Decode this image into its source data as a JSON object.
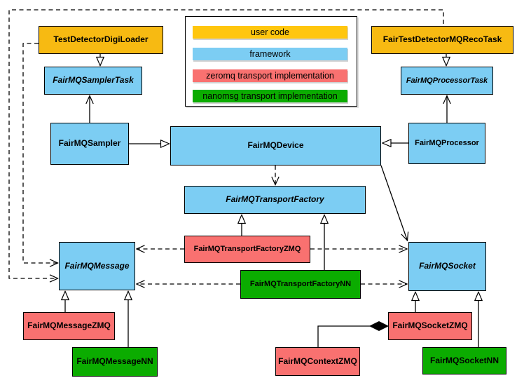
{
  "palette": {
    "user_code": "#F7BA12",
    "framework": "#7CCDF3",
    "zeromq": "#F97170",
    "nanomsg": "#0BAC00",
    "line": "#000000",
    "background": "#FFFFFF"
  },
  "legend": {
    "items": [
      {
        "label": "user code",
        "color": "#FFC60E",
        "category": "user_code"
      },
      {
        "label": "framework",
        "color": "#7CCDF3",
        "category": "framework"
      },
      {
        "label": "zeromq transport implementation",
        "color": "#F97170",
        "category": "zeromq"
      },
      {
        "label": "nanomsg transport implementation",
        "color": "#0BAC00",
        "category": "nanomsg"
      }
    ]
  },
  "nodes": {
    "testDetectorDigiLoader": {
      "label": "TestDetectorDigiLoader",
      "category": "user_code",
      "abstract": false
    },
    "fairTestDetectorMQRecoTask": {
      "label": "FairTestDetectorMQRecoTask",
      "category": "user_code",
      "abstract": false
    },
    "fairMQSamplerTask": {
      "label": "FairMQSamplerTask",
      "category": "framework",
      "abstract": true
    },
    "fairMQProcessorTask": {
      "label": "FairMQProcessorTask",
      "category": "framework",
      "abstract": true
    },
    "fairMQSampler": {
      "label": "FairMQSampler",
      "category": "framework",
      "abstract": false
    },
    "fairMQDevice": {
      "label": "FairMQDevice",
      "category": "framework",
      "abstract": false
    },
    "fairMQProcessor": {
      "label": "FairMQProcessor",
      "category": "framework",
      "abstract": false
    },
    "fairMQTransportFactory": {
      "label": "FairMQTransportFactory",
      "category": "framework",
      "abstract": true
    },
    "fairMQTransportFactoryZMQ": {
      "label": "FairMQTransportFactoryZMQ",
      "category": "zeromq",
      "abstract": false
    },
    "fairMQTransportFactoryNN": {
      "label": "FairMQTransportFactoryNN",
      "category": "nanomsg",
      "abstract": false
    },
    "fairMQMessage": {
      "label": "FairMQMessage",
      "category": "framework",
      "abstract": true
    },
    "fairMQSocket": {
      "label": "FairMQSocket",
      "category": "framework",
      "abstract": true
    },
    "fairMQMessageZMQ": {
      "label": "FairMQMessageZMQ",
      "category": "zeromq",
      "abstract": false
    },
    "fairMQMessageNN": {
      "label": "FairMQMessageNN",
      "category": "nanomsg",
      "abstract": false
    },
    "fairMQContextZMQ": {
      "label": "FairMQContextZMQ",
      "category": "zeromq",
      "abstract": false
    },
    "fairMQSocketZMQ": {
      "label": "FairMQSocketZMQ",
      "category": "zeromq",
      "abstract": false
    },
    "fairMQSocketNN": {
      "label": "FairMQSocketNN",
      "category": "nanomsg",
      "abstract": false
    }
  },
  "edges": [
    {
      "from": "TestDetectorDigiLoader",
      "to": "FairMQSamplerTask",
      "type": "inheritance",
      "style": "solid"
    },
    {
      "from": "FairTestDetectorMQRecoTask",
      "to": "FairMQProcessorTask",
      "type": "inheritance",
      "style": "solid"
    },
    {
      "from": "FairMQSampler",
      "to": "FairMQSamplerTask",
      "type": "association",
      "style": "solid"
    },
    {
      "from": "FairMQProcessor",
      "to": "FairMQProcessorTask",
      "type": "association",
      "style": "solid"
    },
    {
      "from": "FairMQSampler",
      "to": "FairMQDevice",
      "type": "inheritance",
      "style": "solid"
    },
    {
      "from": "FairMQProcessor",
      "to": "FairMQDevice",
      "type": "inheritance",
      "style": "solid"
    },
    {
      "from": "FairMQDevice",
      "to": "FairMQTransportFactory",
      "type": "dependency",
      "style": "dashed"
    },
    {
      "from": "FairMQDevice",
      "to": "FairMQSocket",
      "type": "association",
      "style": "solid"
    },
    {
      "from": "FairMQTransportFactoryZMQ",
      "to": "FairMQTransportFactory",
      "type": "inheritance",
      "style": "solid"
    },
    {
      "from": "FairMQTransportFactoryNN",
      "to": "FairMQTransportFactory",
      "type": "inheritance",
      "style": "solid"
    },
    {
      "from": "FairMQTransportFactoryZMQ",
      "to": "FairMQMessage",
      "type": "dependency",
      "style": "dashed"
    },
    {
      "from": "FairMQTransportFactoryZMQ",
      "to": "FairMQSocket",
      "type": "dependency",
      "style": "dashed"
    },
    {
      "from": "FairMQTransportFactoryNN",
      "to": "FairMQMessage",
      "type": "dependency",
      "style": "dashed"
    },
    {
      "from": "FairMQTransportFactoryNN",
      "to": "FairMQSocket",
      "type": "dependency",
      "style": "dashed"
    },
    {
      "from": "TestDetectorDigiLoader",
      "to": "FairMQMessage",
      "type": "dependency",
      "style": "dashed"
    },
    {
      "from": "FairTestDetectorMQRecoTask",
      "to": "FairMQMessage",
      "type": "dependency",
      "style": "dashed"
    },
    {
      "from": "FairMQMessageZMQ",
      "to": "FairMQMessage",
      "type": "inheritance",
      "style": "solid"
    },
    {
      "from": "FairMQMessageNN",
      "to": "FairMQMessage",
      "type": "inheritance",
      "style": "solid"
    },
    {
      "from": "FairMQSocketZMQ",
      "to": "FairMQSocket",
      "type": "inheritance",
      "style": "solid"
    },
    {
      "from": "FairMQSocketNN",
      "to": "FairMQSocket",
      "type": "inheritance",
      "style": "solid"
    },
    {
      "from": "FairMQContextZMQ",
      "to": "FairMQSocketZMQ",
      "type": "composition",
      "style": "solid"
    }
  ]
}
